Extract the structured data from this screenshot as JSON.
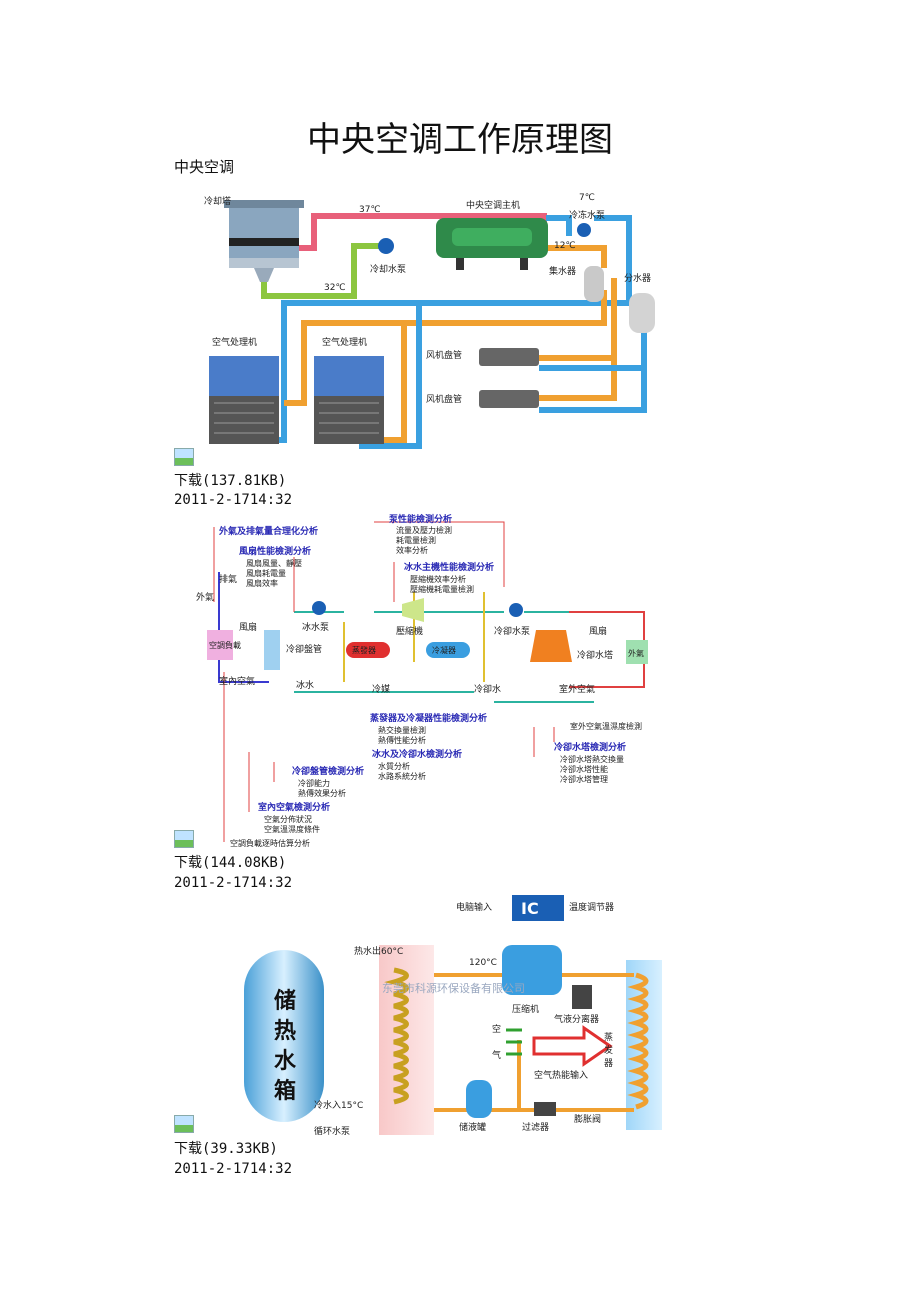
{
  "document": {
    "title": "中央空调工作原理图",
    "subtitle": "中央空调",
    "figures": [
      {
        "download": "下载(137.81KB)",
        "date": "2011-2-1714:32",
        "labels": {
          "cooling_tower": "冷却塔",
          "temp_37": "37℃",
          "temp_32": "32℃",
          "main_unit": "中央空调主机",
          "cooling_pump": "冷却水泵",
          "temp_7": "7℃",
          "temp_12": "12℃",
          "chilled_pump": "冷冻水泵",
          "collector": "集水器",
          "distributor": "分水器",
          "ahu1": "空气处理机",
          "ahu2": "空气处理机",
          "fcu1": "风机盘管",
          "fcu2": "风机盘管"
        }
      },
      {
        "download": "下载(144.08KB)",
        "date": "2011-2-1714:32",
        "labels": {
          "oa_exhaust": "外氣及排氣量合理化分析",
          "fan_title": "風扇性能檢測分析",
          "fan_1": "風扇風量、靜壓",
          "fan_2": "風扇耗電量",
          "fan_3": "風扇效率",
          "pump_title": "泵性能檢測分析",
          "pump_1": "流量及壓力檢測",
          "pump_2": "耗電量檢測",
          "pump_3": "效率分析",
          "chiller_title": "冰水主機性能檢測分析",
          "chiller_1": "壓縮機效率分析",
          "chiller_2": "壓縮機耗電量檢測",
          "exhaust": "排氣",
          "outdoor_air": "外氣",
          "fan": "風扇",
          "chw_pump": "冰水泵",
          "compressor": "壓縮機",
          "cw_pump": "冷卻水泵",
          "fan_r": "風扇",
          "load": "空調負載",
          "coil": "冷卻盤管",
          "evaporator": "蒸發器",
          "condenser": "冷凝器",
          "cooling_tower": "冷卻水塔",
          "oa_r": "外氣",
          "indoor_air": "室內空氣",
          "chw": "冰水",
          "refrigerant": "冷媒",
          "cw": "冷卻水",
          "outdoor_air_r": "室外空氣",
          "hx_title": "蒸發器及冷凝器性能檢測分析",
          "hx_1": "熱交換量檢測",
          "hx_2": "熱傳性能分析",
          "oa_th": "室外空氣溫濕度檢測",
          "water_title": "冰水及冷卻水檢測分析",
          "water_1": "水質分析",
          "water_2": "水路系統分析",
          "ct_title": "冷卻水塔檢測分析",
          "ct_1": "冷卻水塔熱交換量",
          "ct_2": "冷卻水塔性能",
          "ct_3": "冷卻水塔管理",
          "coil_title": "冷卻盤管檢測分析",
          "coil_1": "冷卻能力",
          "coil_2": "熱傳效果分析",
          "indoor_title": "室內空氣檢測分析",
          "indoor_1": "空氣分佈狀況",
          "indoor_2": "空氣溫濕度條件",
          "load_calc": "空調負載逐時估算分析"
        }
      },
      {
        "download": "下载(39.33KB)",
        "date": "2011-2-1714:32",
        "labels": {
          "pc_input": "电脑输入",
          "ic": "IC",
          "temp_ctrl": "温度调节器",
          "hot_out": "热水出60°C",
          "temp_120": "120°C",
          "compressor": "压缩机",
          "separator": "气液分离器",
          "tank_1": "储",
          "tank_2": "热",
          "tank_3": "水",
          "tank_4": "箱",
          "air_1": "空",
          "air_2": "气",
          "air_energy": "空气热能输入",
          "evap_1": "蒸",
          "evap_2": "发",
          "evap_3": "器",
          "cold_in": "冷水入15°C",
          "circ_pump": "循环水泵",
          "receiver": "储液罐",
          "filter": "过滤器",
          "exp_valve": "膨胀阀",
          "watermark": "东莞市科源环保设备有限公司"
        }
      }
    ]
  },
  "colors": {
    "chilled_supply": "#3aa0e0",
    "condenser_hot": "#e8607a",
    "condenser_cool": "#8cc63f",
    "return_orange": "#f0a030",
    "equipment_green": "#2f8a4a",
    "label_blue": "#2b2bb5",
    "annotation_red": "#e04040"
  }
}
